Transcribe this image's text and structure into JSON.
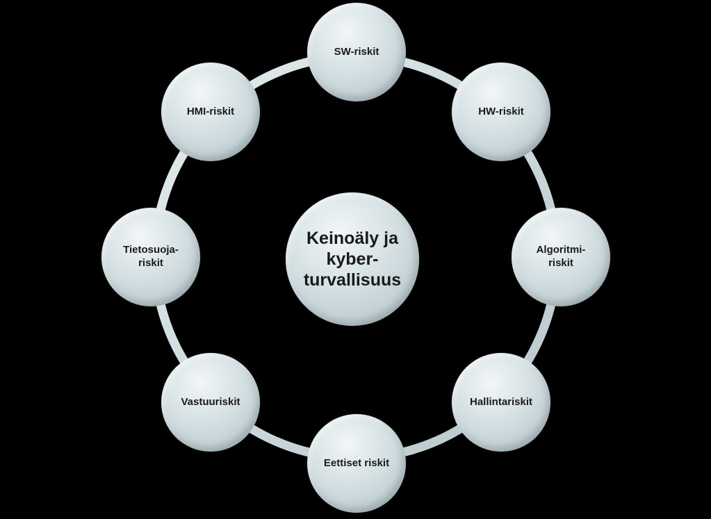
{
  "center": {
    "label": "Keinoäly ja\nkyber-\nturvallisuus"
  },
  "nodes": [
    {
      "label": "SW-riskit"
    },
    {
      "label": "HW-riskit"
    },
    {
      "label": "Algoritmi-\nriskit"
    },
    {
      "label": "Hallintariskit"
    },
    {
      "label": "Eettiset riskit"
    },
    {
      "label": "Vastuuriskit"
    },
    {
      "label": "Tietosuoja-\nriskit"
    },
    {
      "label": "HMI-riskit"
    }
  ],
  "colors": {
    "background": "#000000",
    "ring": "#c9d6d9",
    "node_fill": "#d5e0e3",
    "text": "#1a1a1a"
  }
}
